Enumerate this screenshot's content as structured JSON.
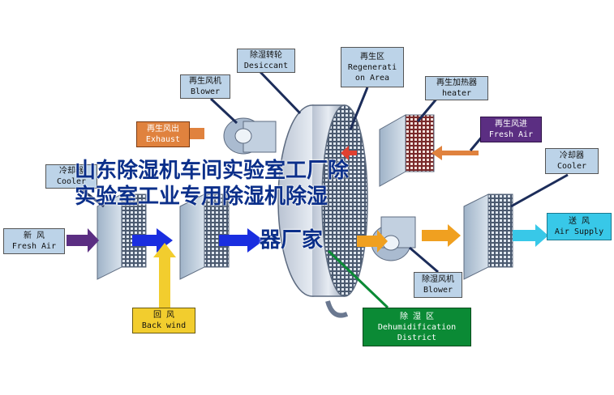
{
  "labels": {
    "desiccant": {
      "zh": "除湿转轮",
      "en": "Desiccant"
    },
    "regeneration_area": {
      "zh": "再生区",
      "en1": "Regenerati",
      "en2": "on Area"
    },
    "regen_blower": {
      "zh": "再生风机",
      "en": "Blower"
    },
    "regen_heater": {
      "zh": "再生加热器",
      "en": "heater"
    },
    "exhaust": {
      "zh": "再生风出",
      "en": "Exhaust"
    },
    "fresh_air_regen": {
      "zh": "再生风进",
      "en": "Fresh Air"
    },
    "cooler_left": {
      "zh": "冷却器",
      "en": "Cooler"
    },
    "cooler_right": {
      "zh": "冷却器",
      "en": "Cooler"
    },
    "fresh_air": {
      "zh": "新 风",
      "en": "Fresh Air"
    },
    "air_supply": {
      "zh": "送 风",
      "en": "Air Supply"
    },
    "back_wind": {
      "zh": "回 风",
      "en": "Back wind"
    },
    "dehum_blower": {
      "zh": "除湿风机",
      "en": "Blower"
    },
    "dehum_district": {
      "zh": "除 湿 区",
      "en1": "Dehumidification",
      "en2": "District"
    }
  },
  "overlay": {
    "line1": "山东除湿机车间实验室工厂除",
    "line2": "实验室工业专用除湿机除湿",
    "line3": "器厂家"
  },
  "colors": {
    "label_blue": "#bcd3e8",
    "exhaust_orange": "#e0823e",
    "regen_purple": "#5b2e82",
    "supply_cyan": "#38c8e8",
    "return_yellow": "#f2cd2e",
    "dehum_green": "#0b8a35",
    "process_arrow_blue": "#1a2ee0",
    "overlay_text": "#0b2f8a"
  }
}
